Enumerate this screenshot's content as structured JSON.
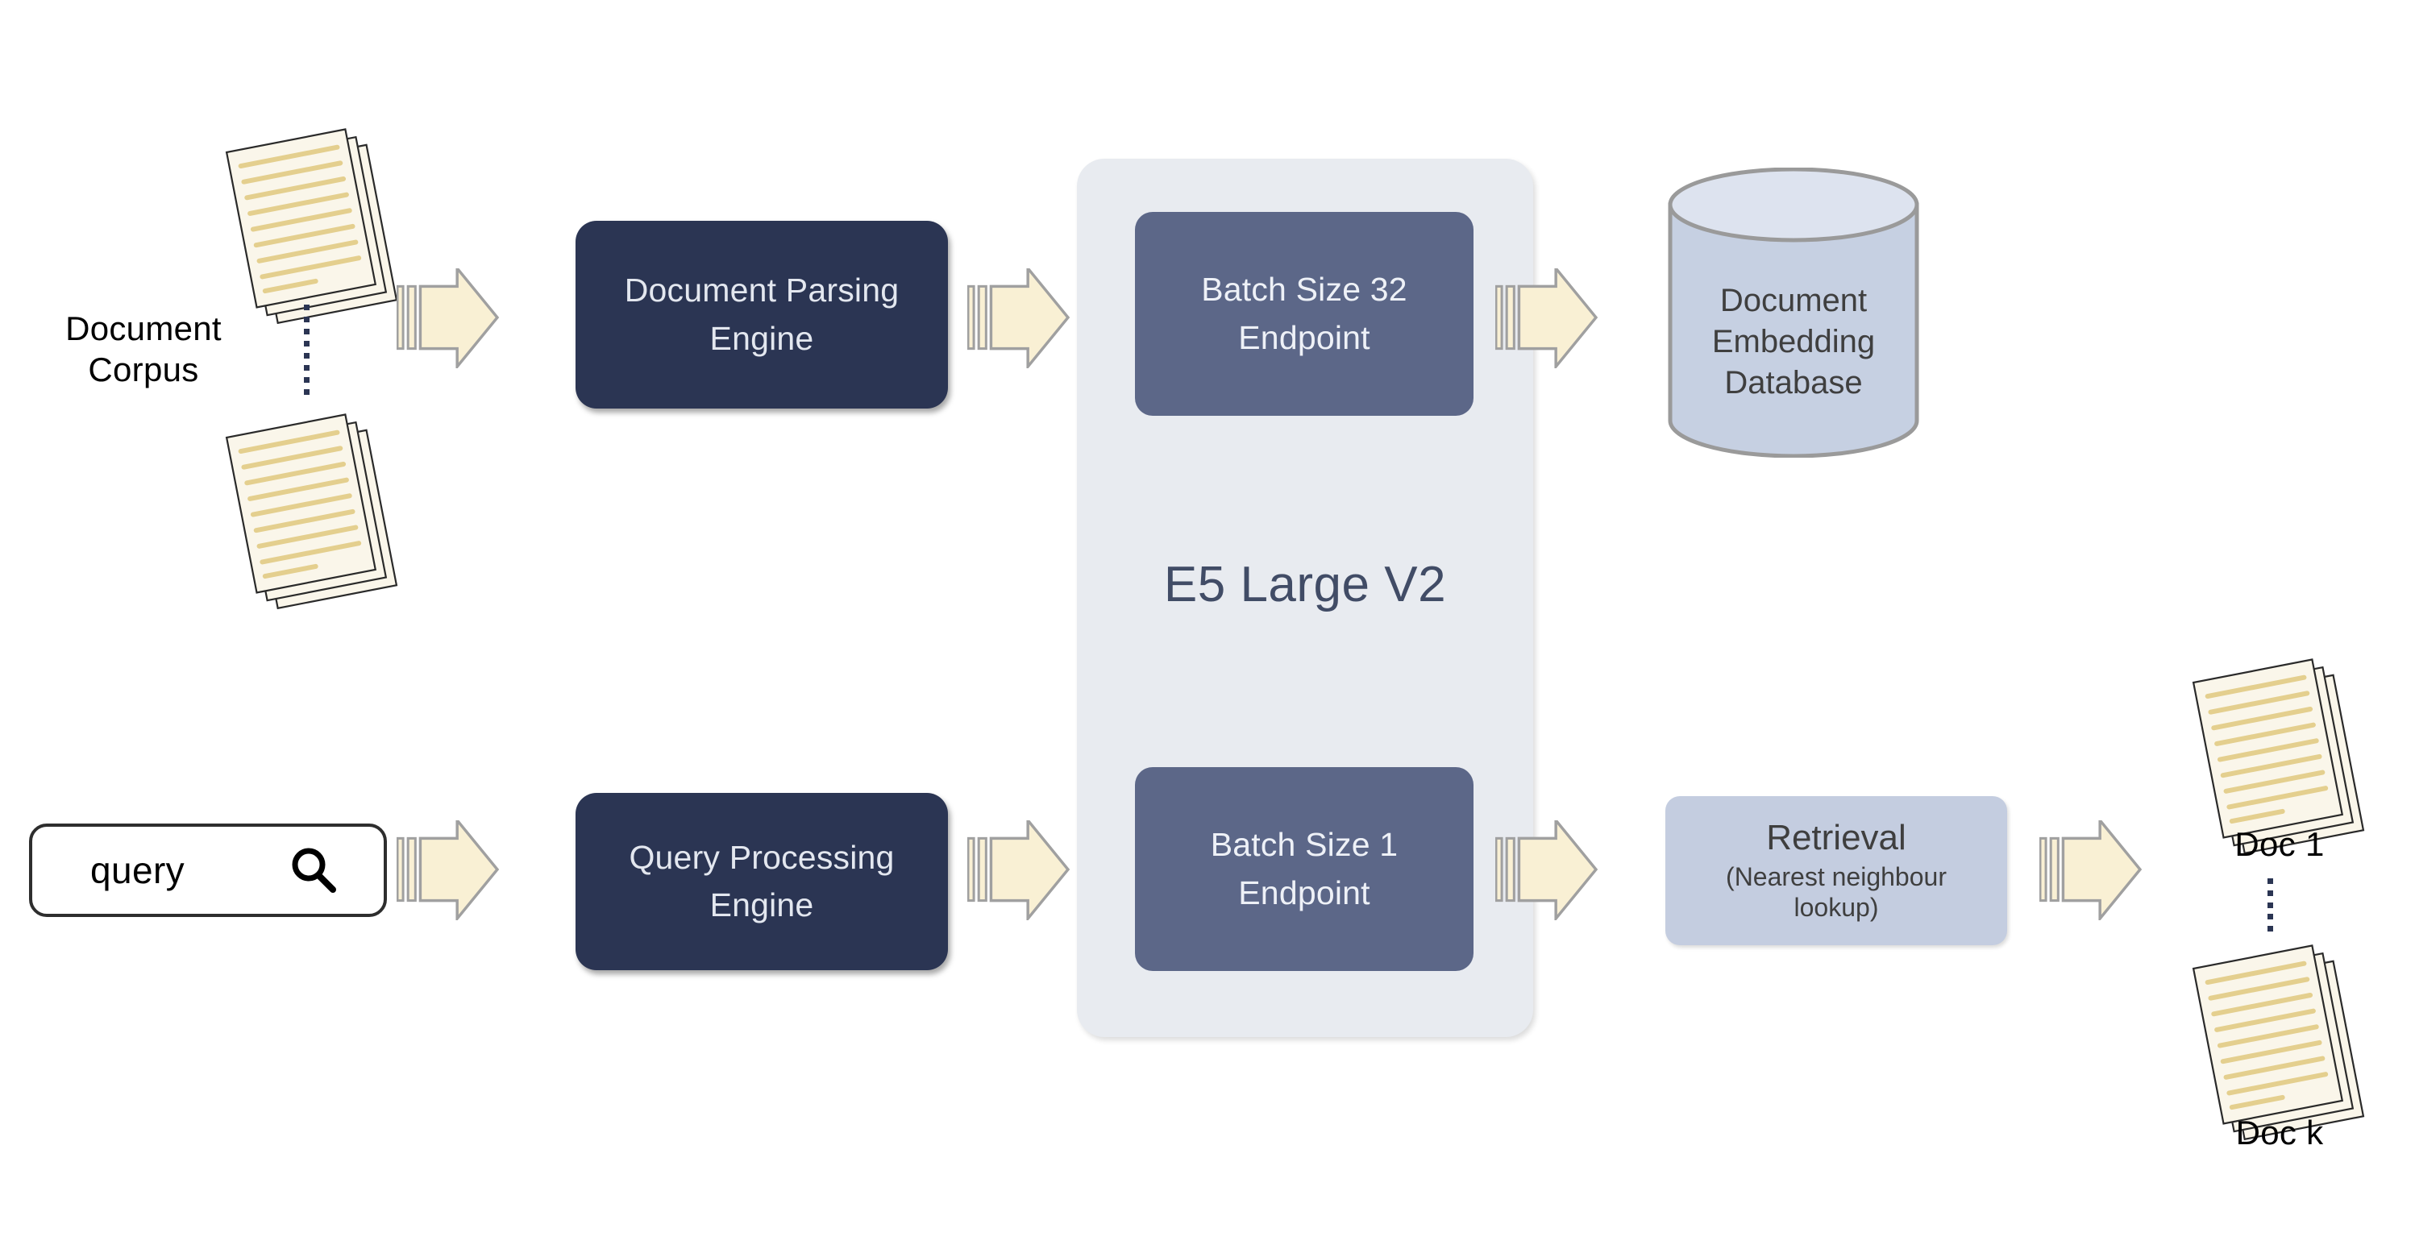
{
  "diagram": {
    "title": "E5 Large V2 embedding retrieval pipeline",
    "colors": {
      "background": "#ffffff",
      "dark_box": "#2b3553",
      "endpoint_box": "#5c6788",
      "container": "#e8ebf0",
      "retrieval_box": "#c4cde0",
      "database": "#c6d0e2",
      "arrow_fill": "#f9f0d4",
      "arrow_stroke": "#a0a0a0",
      "paper_fill": "#faf6ea",
      "paper_line": "#e4cf8e",
      "dot": "#2b3553",
      "label_text": "#000000",
      "container_title_text": "#414c66"
    }
  },
  "nodes": {
    "document_corpus": {
      "label": "Document\nCorpus",
      "icon_top": "document-stack-icon",
      "icon_bottom": "document-stack-icon",
      "separator": "vertical-dots"
    },
    "document_parsing_engine": {
      "label": "Document Parsing\nEngine"
    },
    "query_processing_engine": {
      "label": "Query Processing\nEngine"
    },
    "e5_container": {
      "label": "E5 Large V2"
    },
    "batch32_endpoint": {
      "label": "Batch Size 32\nEndpoint"
    },
    "batch1_endpoint": {
      "label": "Batch Size 1\nEndpoint"
    },
    "document_embedding_database": {
      "label": "Document\nEmbedding\nDatabase"
    },
    "retrieval": {
      "title": "Retrieval",
      "subtitle": "(Nearest neighbour\nlookup)"
    },
    "query_input": {
      "value": "query",
      "icon": "search-icon"
    },
    "results": {
      "doc_first_label": "Doc 1",
      "doc_last_label": "Doc k",
      "separator": "vertical-dots",
      "icon_first": "document-stack-icon",
      "icon_last": "document-stack-icon"
    }
  },
  "arrows": [
    {
      "name": "corpus-to-parsing",
      "from": "document_corpus",
      "to": "document_parsing_engine"
    },
    {
      "name": "parsing-to-batch32",
      "from": "document_parsing_engine",
      "to": "batch32_endpoint"
    },
    {
      "name": "batch32-to-database",
      "from": "batch32_endpoint",
      "to": "document_embedding_database"
    },
    {
      "name": "query-to-queryengine",
      "from": "query_input",
      "to": "query_processing_engine"
    },
    {
      "name": "queryengine-to-batch1",
      "from": "query_processing_engine",
      "to": "batch1_endpoint"
    },
    {
      "name": "batch1-to-retrieval",
      "from": "batch1_endpoint",
      "to": "retrieval"
    },
    {
      "name": "retrieval-to-results",
      "from": "retrieval",
      "to": "results"
    }
  ]
}
